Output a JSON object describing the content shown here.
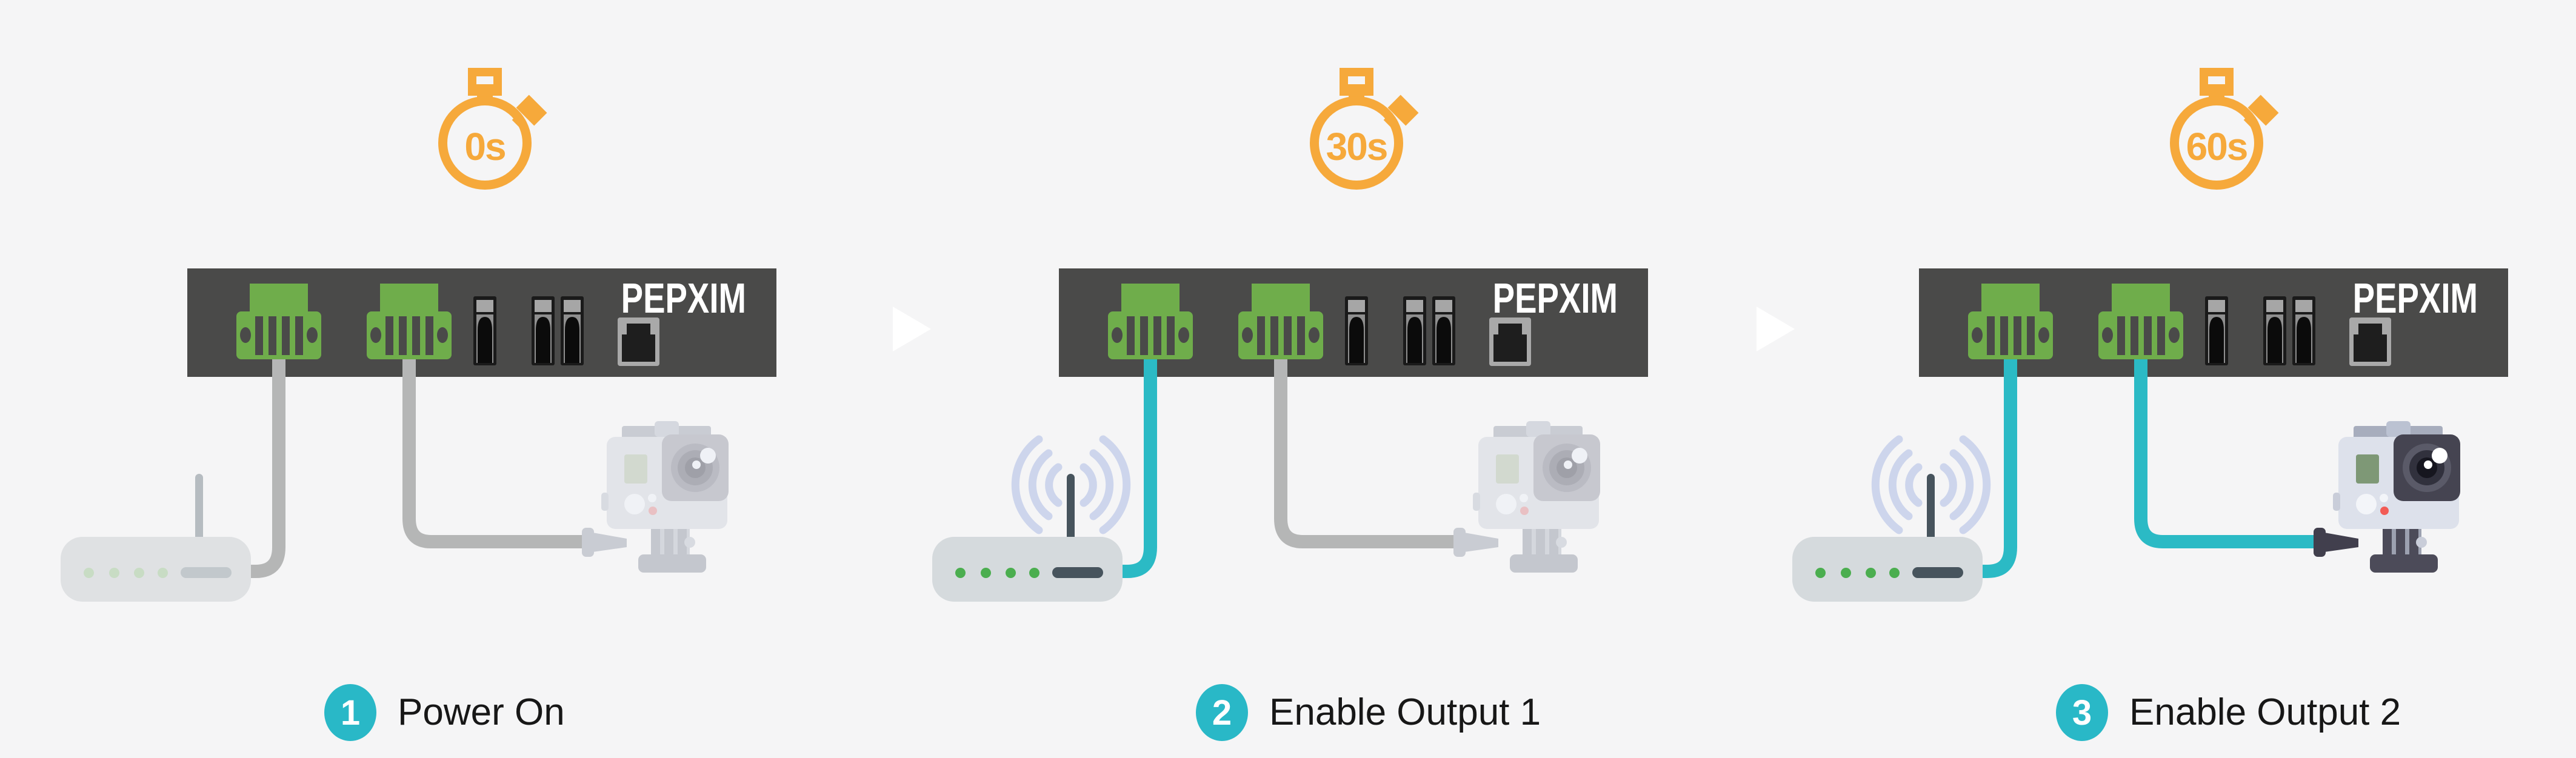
{
  "title_hidden": "",
  "colors": {
    "background": "#F5F5F6",
    "accent_teal": "#2BBAC5",
    "badge_teal": "#29B8C7",
    "timer_orange": "#F6A93B",
    "cable_gray": "#B5B6B6",
    "panel_dark": "#4A4A49",
    "connector_green": "#6FAD4B",
    "arrow_white": "#FFFFFF"
  },
  "icons": [
    "stopwatch-icon",
    "next-step-arrow-icon",
    "wifi-waves-icon",
    "ethernet-port-icon",
    "output-connector-icon",
    "switch-port-icon",
    "router-icon",
    "action-camera-icon"
  ],
  "steps": [
    {
      "timer": "0s",
      "badge": "1",
      "label": "Power On",
      "device_brand": "PEPXIM",
      "router": {
        "active": false
      },
      "camera": {
        "active": false
      },
      "cables": {
        "output1": "#B5B6B6",
        "output2": "#B5B6B6"
      }
    },
    {
      "timer": "30s",
      "badge": "2",
      "label": "Enable Output 1",
      "device_brand": "PEPXIM",
      "router": {
        "active": true
      },
      "camera": {
        "active": false
      },
      "cables": {
        "output1": "#2BBAC5",
        "output2": "#B5B6B6"
      }
    },
    {
      "timer": "60s",
      "badge": "3",
      "label": "Enable Output 2",
      "device_brand": "PEPXIM",
      "router": {
        "active": true
      },
      "camera": {
        "active": true
      },
      "cables": {
        "output1": "#2BBAC5",
        "output2": "#2BBAC5"
      }
    }
  ]
}
